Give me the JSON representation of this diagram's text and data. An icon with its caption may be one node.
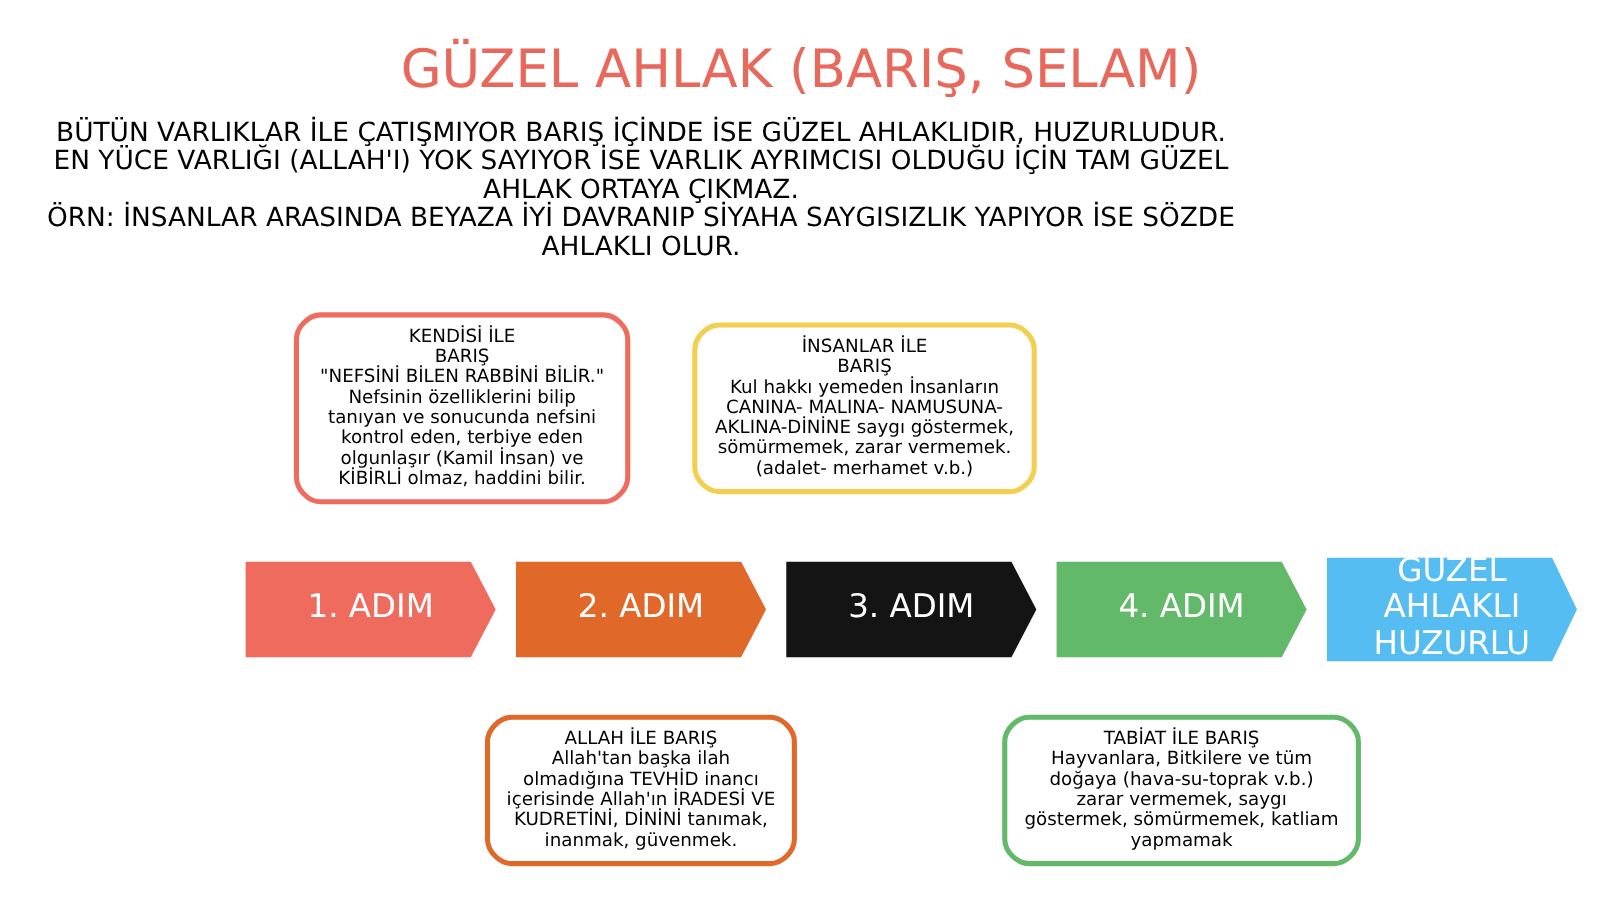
{
  "diagram": {
    "title": "GÜZEL AHLAK (BARIŞ, SELAM)",
    "nodes": [
      {
        "text": [
          "KENDİSİ İLE BARIŞ",
          "\"NEFSİNİ BİLEN RABBİNİ BİLİR.\"",
          "Nefsinin özelliklerini bilip tanıyan ve sonucunda nefsini kontrol eden, terbiye eden olgunlaşır (Kamil İnsan) ve KİBİRLİ olmaz, haddini bilir."
        ]
      },
      {
        "text": [
          "İNSANLAR İLE BARIŞ",
          "Kul hakkı yemeden İnsanların CANINA- MALINA- NAMUSUNA-AKLINA-DİNİNE saygı göstermek, sömürmemek, zarar vermemek. (adalet- merhamet v.b.)"
        ]
      },
      {
        "text": [
          "1. ADIM"
        ]
      },
      {
        "text": [
          "2. ADIM"
        ]
      },
      {
        "text": [
          "3. ADIM"
        ]
      },
      {
        "text": [
          "4. ADIM"
        ]
      },
      {
        "text": [
          "GÜZEL AHLAKLI HUZURLU"
        ]
      },
      {
        "text": [
          "ALLAH İLE BARIŞ",
          "Allah'tan başka ilah olmadığına TEVHİD inancı içerisinde Allah'ın İRADESİ VE KUDRETİNİ, DİNİNİ tanımak, inanmak, güvenmek."
        ]
      },
      {
        "text": [
          "TABİAT İLE BARIŞ",
          "Hayvanlara, Bitkilere ve tüm doğaya (hava-su-toprak v.b.) zarar vermemek, saygı göstermek, sömürmemek, katliam yapmamak"
        ]
      }
    ],
    "labels": [
      "BÜTÜN VARLIKLAR İLE ÇATIŞMIYOR BARIŞ İÇİNDE İSE GÜZEL AHLAKLIDIR, HUZURLUDUR.",
      "EN YÜCE VARLIĞI (ALLAH'I) YOK SAYIYOR İSE VARLIK AYRIMCISI OLDUĞU İÇİN TAM GÜZEL AHLAK ORTAYA ÇIKMAZ.",
      "ÖRN: İNSANLAR ARASINDA BEYAZA İYİ DAVRANIP SİYAHA SAYGISIZLIK YAPIYOR İSE SÖZDE AHLAKLI OLUR."
    ]
  }
}
